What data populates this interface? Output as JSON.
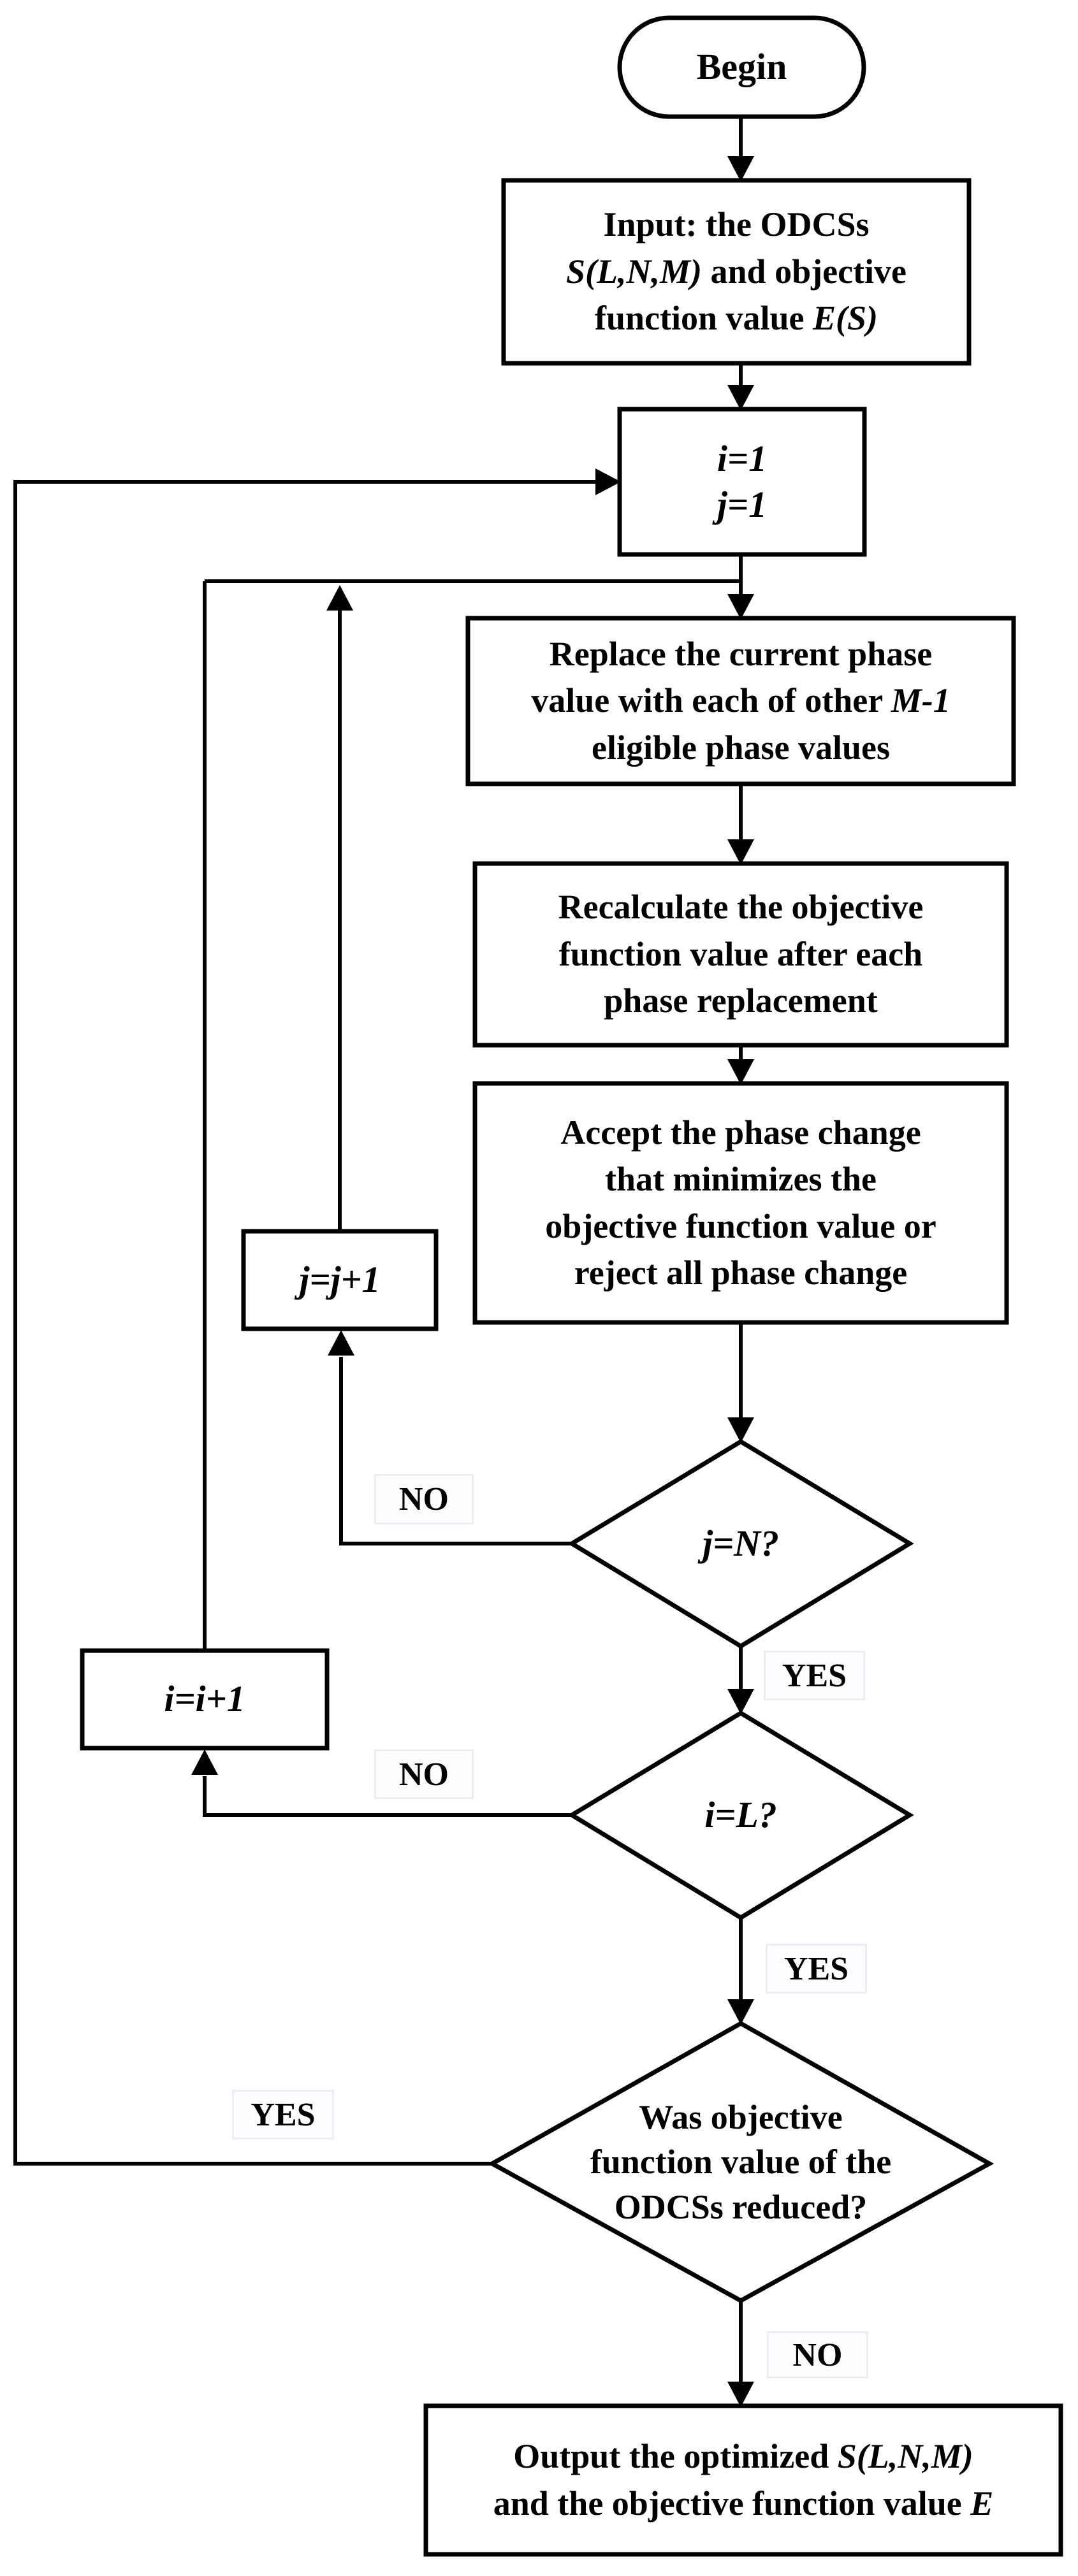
{
  "figure": {
    "background": "#ffffff",
    "line_color": "#000000",
    "shape_fill": "#ffffff",
    "label_bg": "#fdfdff",
    "label_border": "#e9eef8"
  },
  "nodes": {
    "begin": {
      "label": "Begin"
    },
    "input": {
      "lines": [
        [
          {
            "t": "Input: the ODCSs"
          }
        ],
        [
          {
            "t": "S(L,N,M)",
            "i": true
          },
          {
            "t": " and objective"
          }
        ],
        [
          {
            "t": "function value "
          },
          {
            "t": "E(S)",
            "i": true
          }
        ]
      ]
    },
    "init": {
      "lines": [
        [
          {
            "t": "i=1",
            "i": true
          }
        ],
        [
          {
            "t": "j=1",
            "i": true
          }
        ]
      ]
    },
    "replace": {
      "lines": [
        [
          {
            "t": "Replace the current phase"
          }
        ],
        [
          {
            "t": "value with each of other "
          },
          {
            "t": "M-1",
            "i": true
          }
        ],
        [
          {
            "t": "eligible phase values"
          }
        ]
      ]
    },
    "recalculate": {
      "lines": [
        [
          {
            "t": "Recalculate the objective"
          }
        ],
        [
          {
            "t": "function value after each"
          }
        ],
        [
          {
            "t": "phase replacement"
          }
        ]
      ]
    },
    "accept": {
      "lines": [
        [
          {
            "t": "Accept the phase change"
          }
        ],
        [
          {
            "t": "that minimizes the"
          }
        ],
        [
          {
            "t": "objective function value or"
          }
        ],
        [
          {
            "t": "reject all phase change"
          }
        ]
      ]
    },
    "decision_j": {
      "lines": [
        [
          {
            "t": "j=N?",
            "i": true
          }
        ]
      ]
    },
    "increment_j": {
      "lines": [
        [
          {
            "t": "j=j+1",
            "i": true
          }
        ]
      ]
    },
    "decision_i": {
      "lines": [
        [
          {
            "t": "i=L?",
            "i": true
          }
        ]
      ]
    },
    "increment_i": {
      "lines": [
        [
          {
            "t": "i=i+1",
            "i": true
          }
        ]
      ]
    },
    "decision_reduced": {
      "lines": [
        [
          {
            "t": "Was objective"
          }
        ],
        [
          {
            "t": "function value of the"
          }
        ],
        [
          {
            "t": "ODCSs reduced?"
          }
        ]
      ]
    },
    "output": {
      "lines": [
        [
          {
            "t": "Output the optimized "
          },
          {
            "t": "S(L,N,M)",
            "i": true
          }
        ],
        [
          {
            "t": "and the objective function value "
          },
          {
            "t": "E",
            "i": true
          }
        ]
      ]
    }
  },
  "edge_labels": {
    "no_j": "NO",
    "yes_j": "YES",
    "no_i": "NO",
    "yes_i": "YES",
    "yes_reduced": "YES",
    "no_reduced": "NO"
  }
}
